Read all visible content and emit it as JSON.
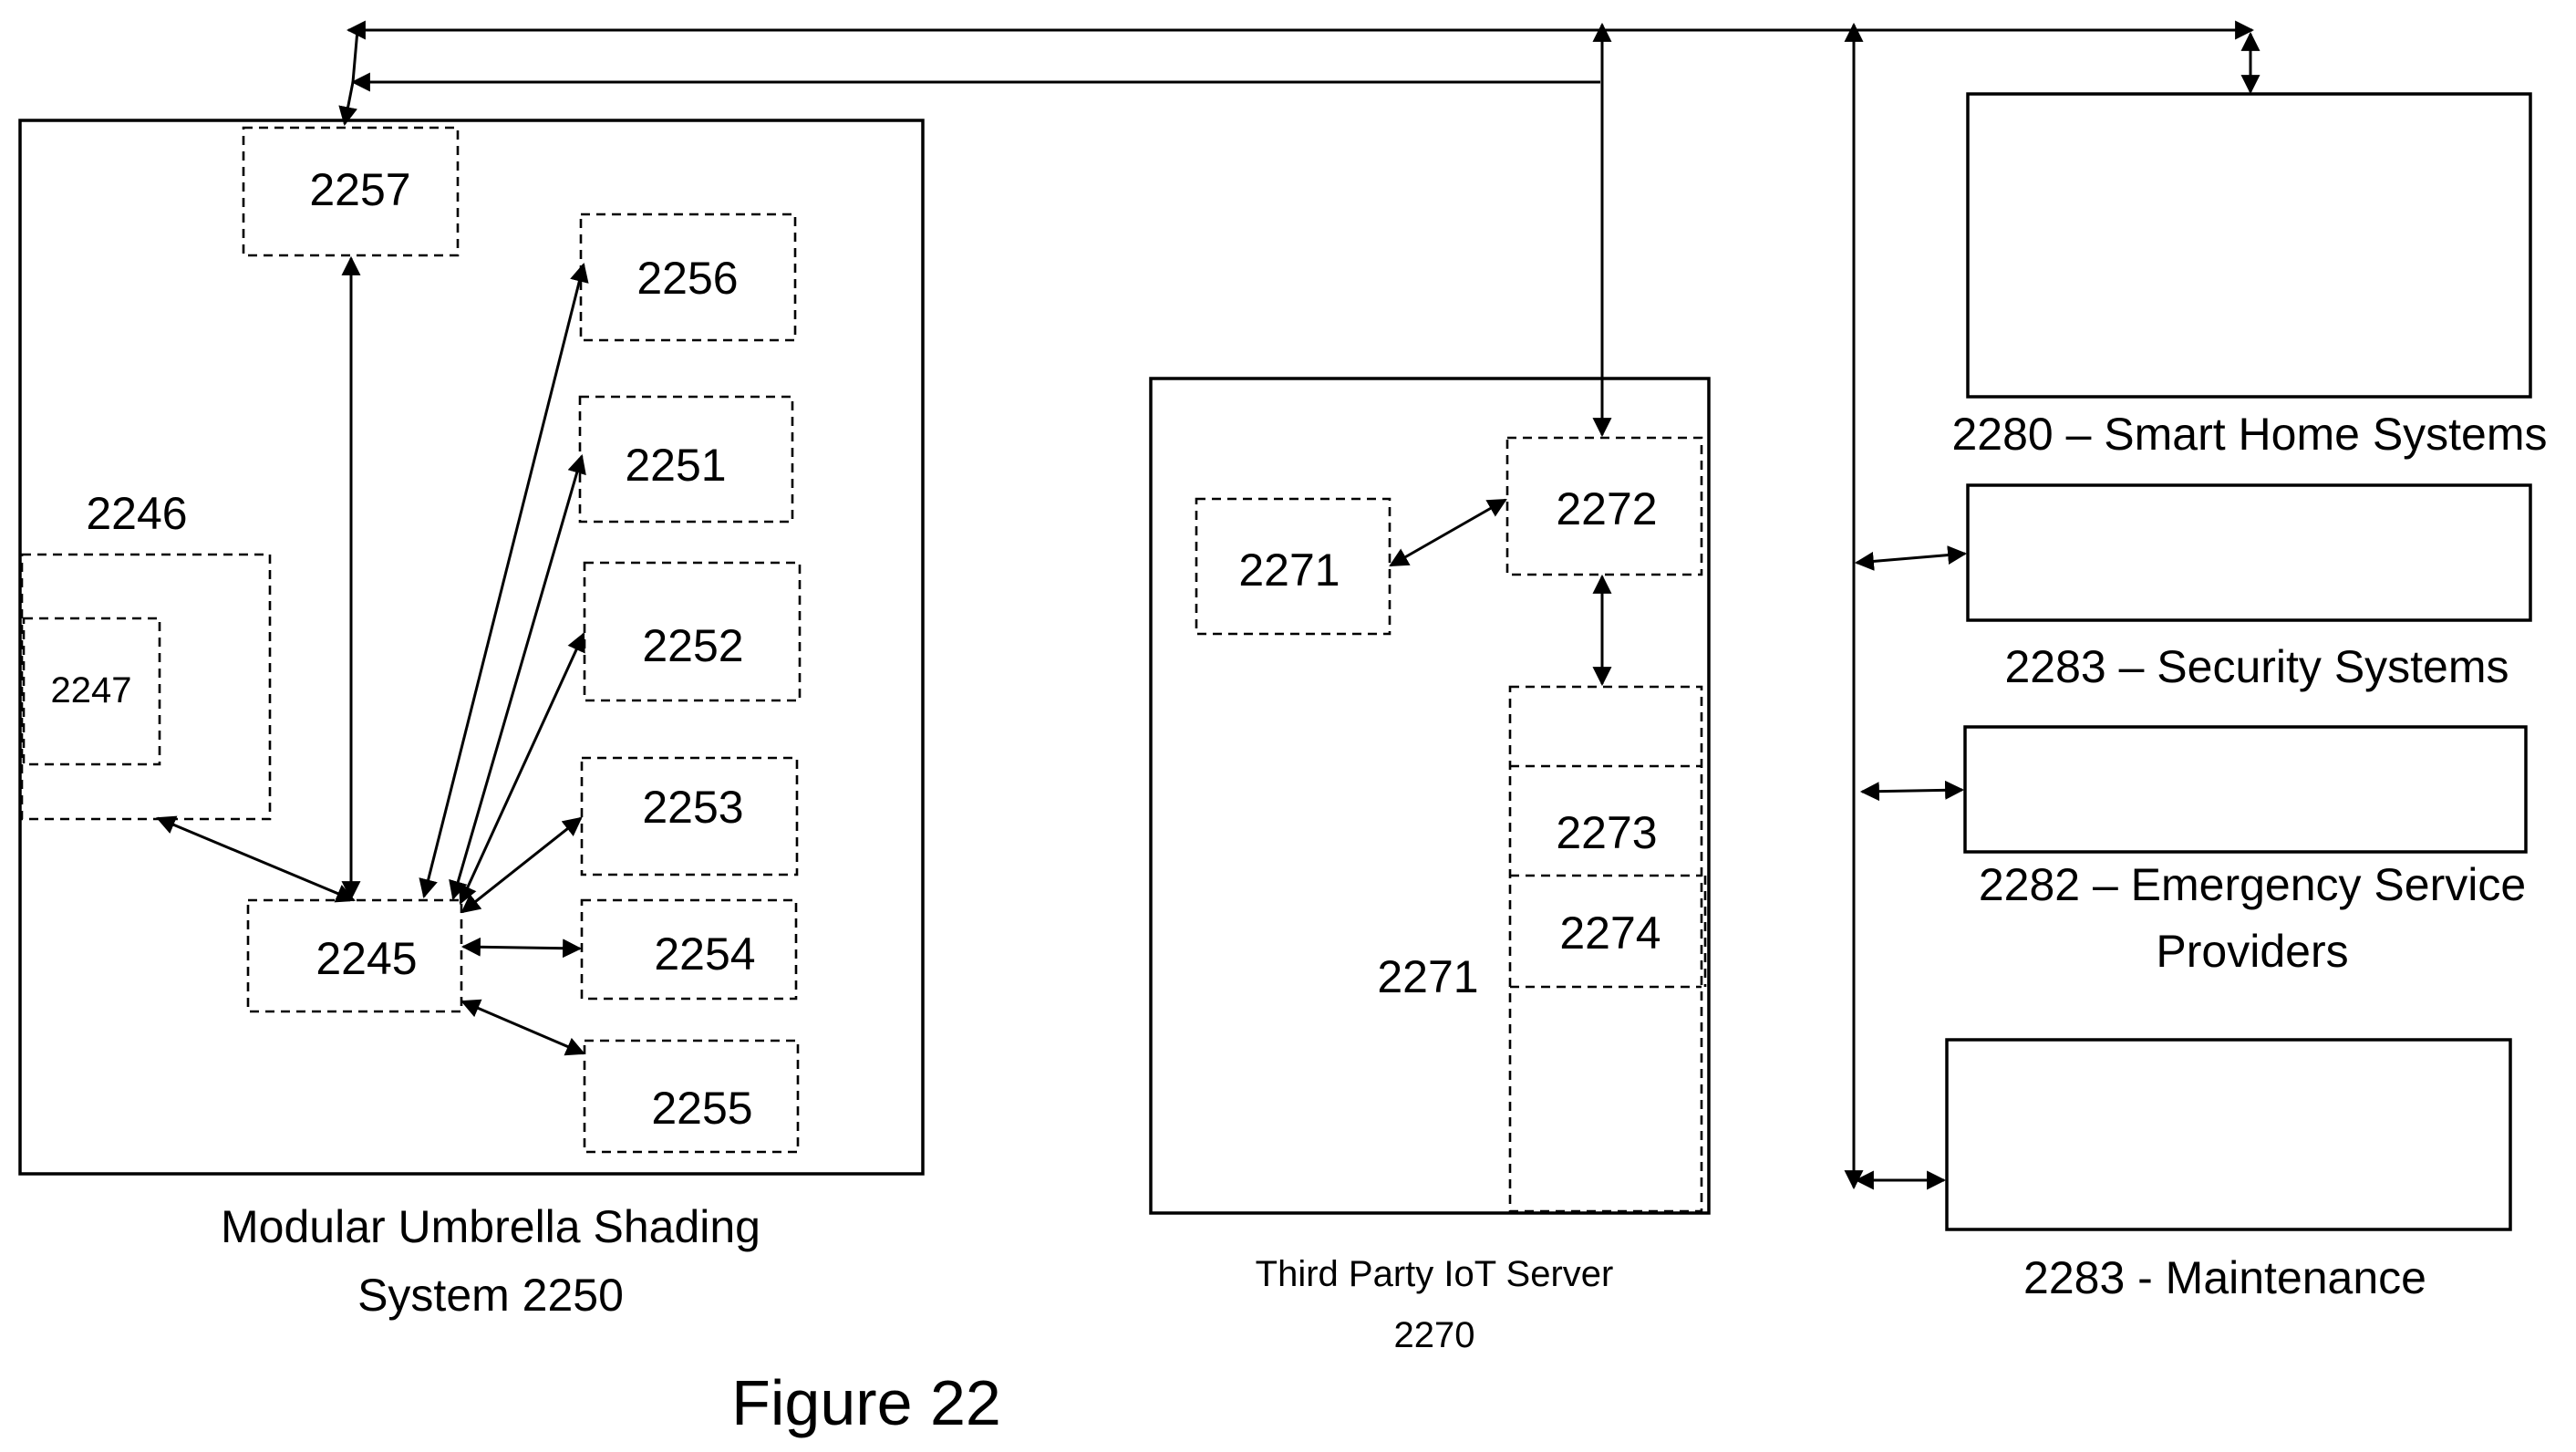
{
  "colors": {
    "stroke": "#000000",
    "background": "#ffffff"
  },
  "umbrella_system": {
    "caption_line1": "Modular Umbrella Shading",
    "caption_line2": "System 2250",
    "label_2257": "2257",
    "label_2256": "2256",
    "label_2251": "2251",
    "label_2252": "2252",
    "label_2253": "2253",
    "label_2254": "2254",
    "label_2255": "2255",
    "label_2245": "2245",
    "label_2246": "2246",
    "label_2247": "2247"
  },
  "iot_server": {
    "caption_line1": "Third Party IoT Server",
    "caption_line2": "2270",
    "label_2271_box": "2271",
    "label_2272": "2272",
    "label_2273": "2273",
    "label_2274": "2274",
    "label_2271_side": "2271"
  },
  "external_systems": {
    "smart_home": "2280 – Smart Home Systems",
    "security": "2283 – Security Systems",
    "emergency_line1": "2282 – Emergency Service",
    "emergency_line2": "Providers",
    "maintenance": "2283 - Maintenance"
  },
  "figure_caption": "Figure 22"
}
